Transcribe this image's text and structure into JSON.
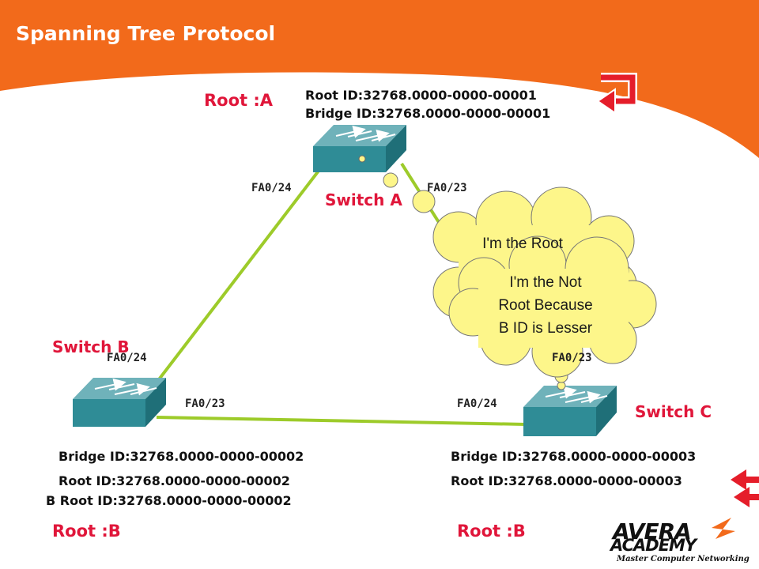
{
  "slide": {
    "title": "Spanning Tree Protocol",
    "colors": {
      "orange": "#f26a1b",
      "link": "#9dcb2a",
      "switch": "#2f8c96",
      "cloud": "#fdf68a",
      "red_text": "#e0163a",
      "arrow": "#e51d2a"
    }
  },
  "switch_a": {
    "name": "Switch A",
    "root_label": "Root :A",
    "root_id": "Root ID:32768.0000-0000-00001",
    "bridge_id": "Bridge ID:32768.0000-0000-00001",
    "port_left": "FA0/24",
    "port_right": "FA0/23"
  },
  "switch_b": {
    "name": "Switch B",
    "root_label": "Root :B",
    "bridge_id": "Bridge ID:32768.0000-0000-00002",
    "root_id": "Root ID:32768.0000-0000-00002",
    "root_id_b": "B Root ID:32768.0000-0000-00002",
    "port_up": "FA0/24",
    "port_right": "FA0/23"
  },
  "switch_c": {
    "name": "Switch C",
    "root_label": "Root :B",
    "bridge_id": "Bridge ID:32768.0000-0000-00003",
    "root_id": "Root ID:32768.0000-0000-00003",
    "port_left": "FA0/24",
    "port_up": "FA0/23"
  },
  "clouds": {
    "back_partial": "I'm the Root",
    "front_line1": "I'm the Not",
    "front_line2": "Root Because",
    "front_line3": "B ID is Lesser"
  },
  "logo": {
    "line1": "AVERA",
    "line2": "ACADEMY",
    "tagline": "Master Computer Networking"
  },
  "icons": [
    "return-arrow-icon",
    "left-arrow-icon",
    "switch-icon",
    "lightning-icon"
  ]
}
